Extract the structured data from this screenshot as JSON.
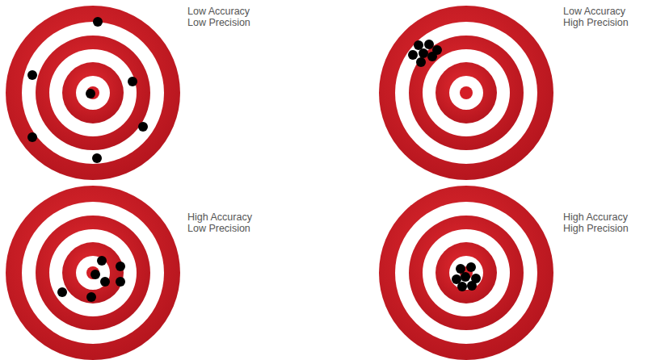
{
  "diagram": {
    "labels": [
      "Low Accuracy Low Precision",
      "Low Accuracy High Precision",
      "High Accuracy Low Precision",
      "High Accuracy High Precision"
    ]
  }
}
